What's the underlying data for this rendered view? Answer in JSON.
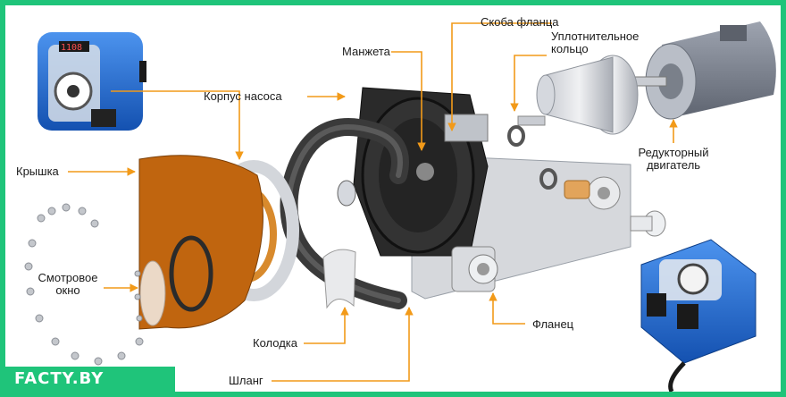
{
  "labels": {
    "skoba": "Скоба фланца",
    "manzheta": "Манжета",
    "uplot": "Уплотнительное кольцо",
    "korpus": "Корпус насоса",
    "kryshka": "Крышка",
    "reduktor": "Редукторный двигатель",
    "smotr": "Смотровое окно",
    "kolodka": "Колодка",
    "flanec": "Фланец",
    "shlang": "Шланг"
  },
  "display_value": "1108",
  "brand": "FACTY.BY",
  "colors": {
    "frame": "#1fc47a",
    "arrow": "#f29a19",
    "cover": "#c0650f",
    "pump_body": "#2a2a2a",
    "pump_blue": "#1f6ed9"
  }
}
